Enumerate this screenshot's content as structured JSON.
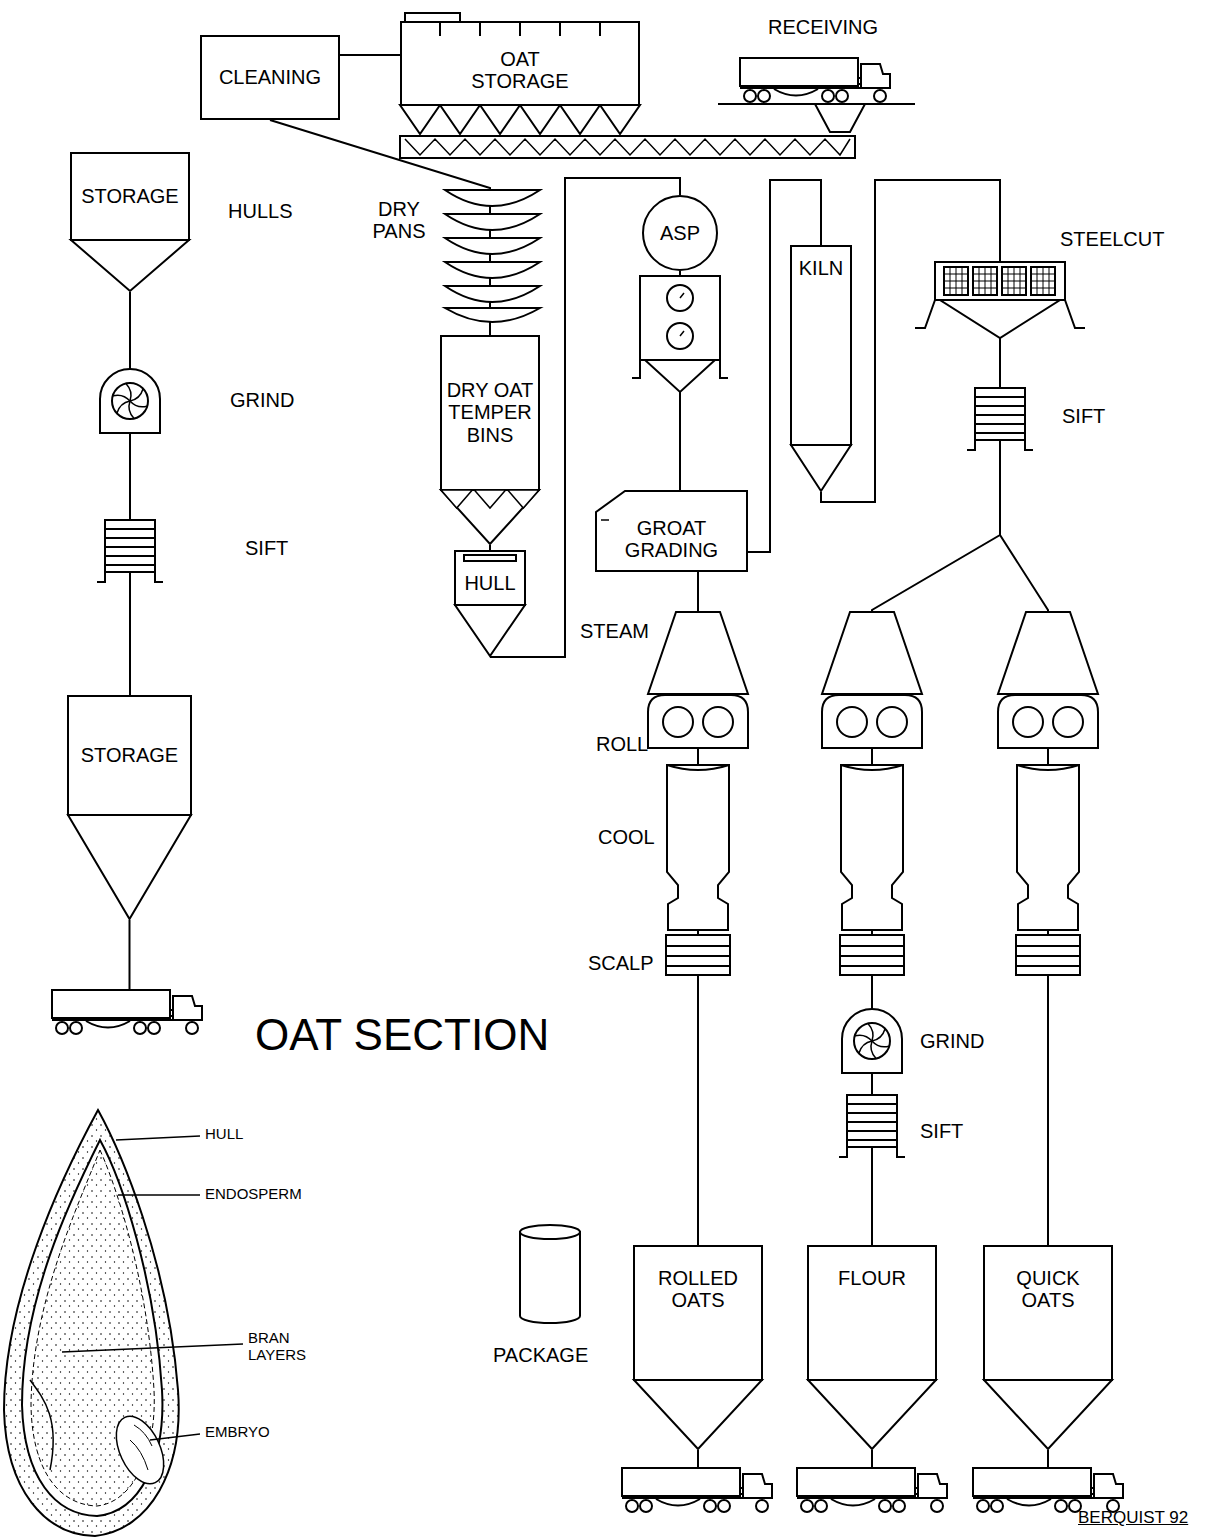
{
  "diagram": {
    "nodes": [
      {
        "text": [
          "CLEANING"
        ]
      },
      {
        "text": [
          "OAT STORAGE"
        ]
      },
      {
        "text": [
          "STORAGE"
        ]
      },
      {
        "text": [
          "DRY OAT TEMPER BINS"
        ]
      },
      {
        "text": [
          "HULL"
        ]
      },
      {
        "text": [
          "ASP"
        ]
      },
      {
        "text": [
          "KILN"
        ]
      },
      {
        "text": [
          "GROAT GRADING"
        ]
      },
      {
        "text": [
          "STORAGE"
        ]
      },
      {
        "text": [
          "ROLLED OATS"
        ]
      },
      {
        "text": [
          "FLOUR"
        ]
      },
      {
        "text": [
          "QUICK OATS"
        ]
      }
    ],
    "edges": [
      {
        "from": 1,
        "to": 0,
        "arrow": "none"
      },
      {
        "from": 0,
        "to": 3,
        "arrow": "none"
      },
      {
        "from": 3,
        "to": 4,
        "arrow": "none"
      },
      {
        "from": 4,
        "to": 5,
        "arrow": "none"
      },
      {
        "from": 5,
        "to": 7,
        "arrow": "none"
      },
      {
        "from": 7,
        "to": 6,
        "arrow": "none"
      },
      {
        "from": 6,
        "to": 10,
        "arrow": "none"
      },
      {
        "from": 6,
        "to": 11,
        "arrow": "none"
      },
      {
        "from": 7,
        "to": 9,
        "arrow": "none"
      },
      {
        "from": 2,
        "to": 8,
        "arrow": "none"
      }
    ],
    "labels": [
      "RECEIVING",
      "HULLS",
      "DRY PANS",
      "GRIND",
      "SIFT",
      "STEAM",
      "STEELCUT",
      "SIFT",
      "ROLL",
      "COOL",
      "SCALP",
      "GRIND",
      "SIFT",
      "OAT SECTION",
      "HULL",
      "ENDOSPERM",
      "BRAN LAYERS",
      "EMBRYO",
      "PACKAGE",
      "BERQUIST 92"
    ]
  }
}
